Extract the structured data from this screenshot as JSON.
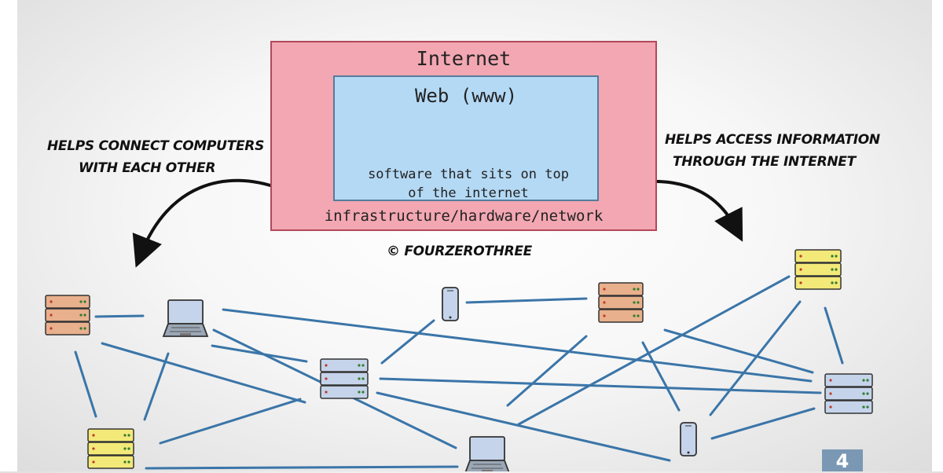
{
  "internet": {
    "title": "Internet",
    "bottom_label": "infrastructure/hardware/network"
  },
  "web": {
    "title": "Web (www)",
    "description_line1": "software that sits on top",
    "description_line2": "of the internet"
  },
  "annotations": {
    "left_line1": "HELPS CONNECT COMPUTERS",
    "left_line2": "WITH EACH OTHER",
    "right_line1": "HELPS ACCESS INFORMATION",
    "right_line2": "THROUGH THE INTERNET",
    "credit": "© FOURZEROTHREE"
  },
  "logo": {
    "text": "4"
  },
  "colors": {
    "internet_fill": "#f2a7b2",
    "web_fill": "#b4d9f5",
    "link": "#3a75a8",
    "server_orange": "#e8b08c",
    "server_yellow": "#f3e979",
    "server_blue": "#c5d4ea"
  },
  "nodes": [
    {
      "name": "server-orange-left",
      "icon": "server-icon",
      "color": "orange"
    },
    {
      "name": "laptop-top-left",
      "icon": "laptop-icon"
    },
    {
      "name": "phone-top-center",
      "icon": "phone-icon"
    },
    {
      "name": "server-orange-center",
      "icon": "server-icon",
      "color": "orange"
    },
    {
      "name": "server-yellow-top-right",
      "icon": "server-icon",
      "color": "yellow"
    },
    {
      "name": "server-blue-center",
      "icon": "server-icon",
      "color": "blue"
    },
    {
      "name": "server-blue-right",
      "icon": "server-icon",
      "color": "blue"
    },
    {
      "name": "server-yellow-bottom-left",
      "icon": "server-icon",
      "color": "yellow"
    },
    {
      "name": "laptop-bottom-center",
      "icon": "laptop-icon"
    },
    {
      "name": "phone-bottom-right",
      "icon": "phone-icon"
    }
  ]
}
